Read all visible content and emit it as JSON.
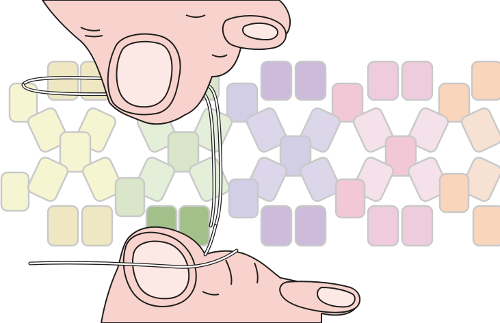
{
  "figure": {
    "text": "",
    "colors": {
      "yellow": "#F6F5D2",
      "yellow_band": "#EFE7C2",
      "green_light": "#E4EFD9",
      "green_mid": "#D9E6C9",
      "green_dark": "#A3BF8A",
      "lavender": "#DCD6EA",
      "purple": "#CDBBDB",
      "periwinkle": "#D1CEE5",
      "pink_light": "#F4E1EA",
      "pink": "#EECCDD",
      "rose": "#F2C8D6",
      "peach": "#F9D5BC",
      "peach_light": "#F7E1D3",
      "bead_outline": "#C9C9C9",
      "skin": "#F8D2CC",
      "skin_outline": "#1E1E1E",
      "thread": "#FFFFFF"
    },
    "parts": [
      "bead-strip",
      "bead-rows",
      "upper-hand",
      "lower-hand",
      "thread",
      "needle-thread-tail"
    ]
  }
}
